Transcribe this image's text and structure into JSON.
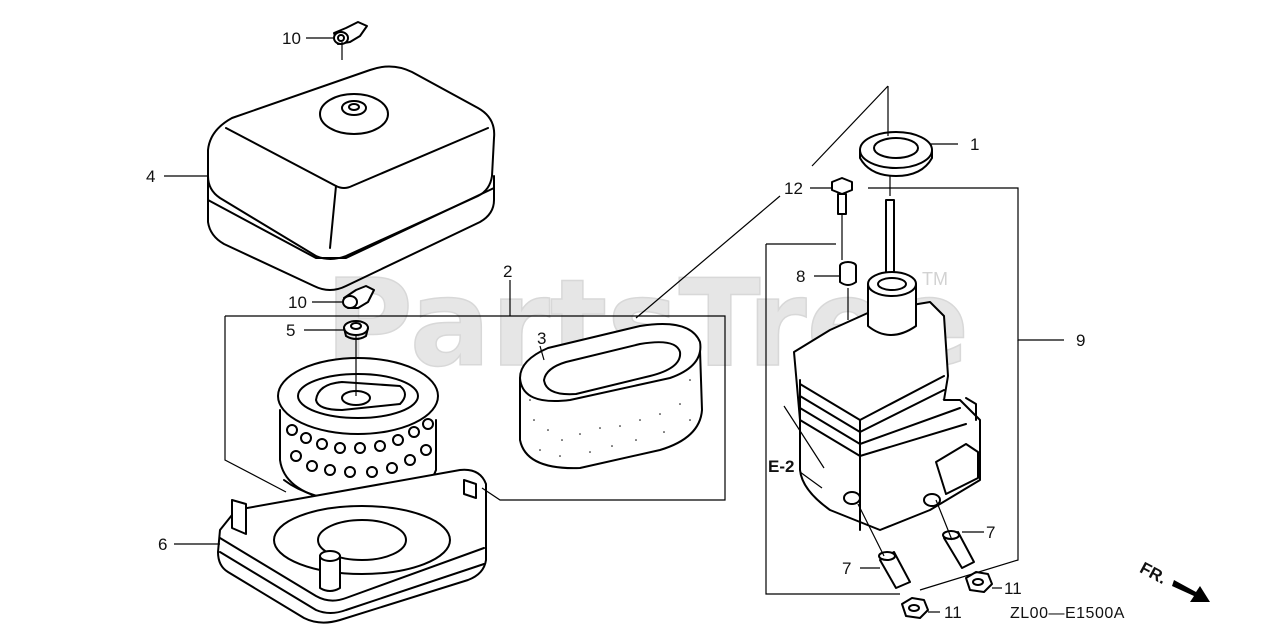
{
  "watermark": {
    "text": "PartsTree",
    "tm": "TM"
  },
  "callouts": {
    "c1": "1",
    "c2": "2",
    "c3": "3",
    "c4": "4",
    "c5": "5",
    "c6": "6",
    "c7a": "7",
    "c7b": "7",
    "c8": "8",
    "c9": "9",
    "c10a": "10",
    "c10b": "10",
    "c11a": "11",
    "c11b": "11",
    "c12": "12"
  },
  "reference": {
    "e2": "E-2",
    "fr": "FR."
  },
  "diagram_code": "ZL00—E1500A"
}
